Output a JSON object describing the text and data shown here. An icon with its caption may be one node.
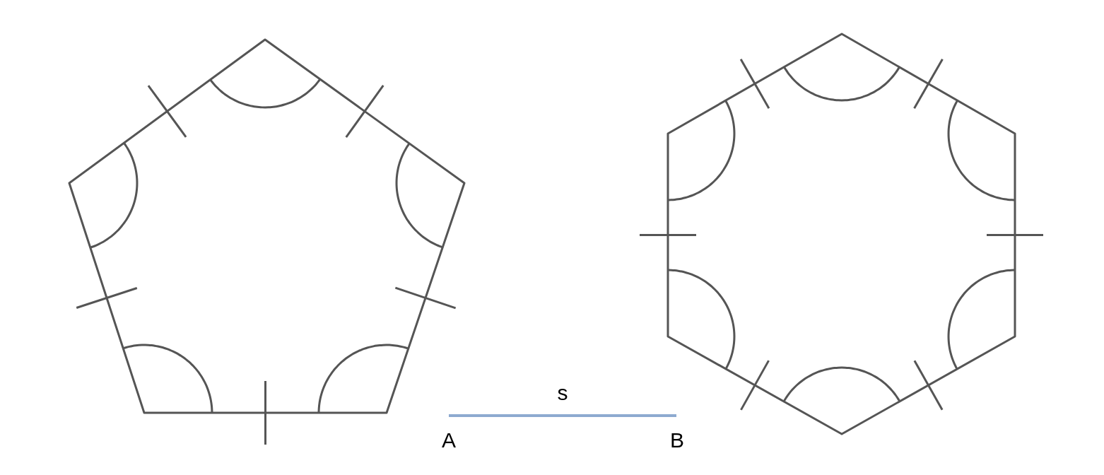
{
  "diagram": {
    "labels": [
      "s",
      "A",
      "B"
    ]
  }
}
